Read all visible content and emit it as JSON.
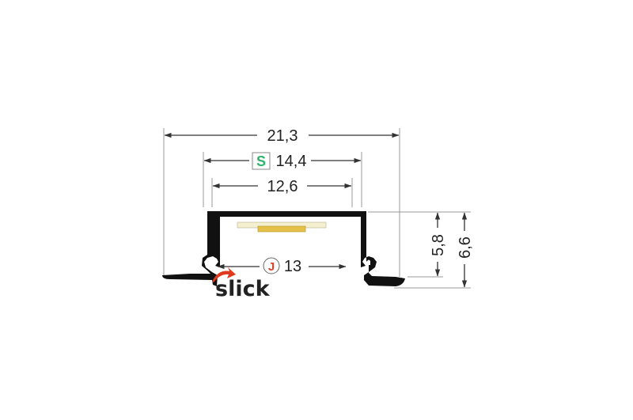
{
  "dimensions": {
    "total_width": "21,3",
    "diffuser_width": "14,4",
    "diffuser_code": "S",
    "inner_width": "12,6",
    "mount_width": "13",
    "mount_code": "J",
    "inner_height": "5,8",
    "total_height": "6,6"
  },
  "logo": {
    "text": "slick"
  },
  "colors": {
    "profile": "#111111",
    "led_strip": "#e6c14a",
    "led_tape": "#f4efcf",
    "diffuser_badge": "#2db36b",
    "mount_badge": "#d9432b",
    "logo_arrow": "#e03a1e"
  }
}
